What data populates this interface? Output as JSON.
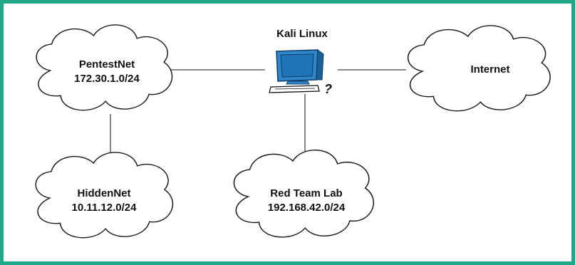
{
  "diagram": {
    "title": "Kali Linux",
    "clouds": {
      "pentestnet": {
        "name": "PentestNet",
        "subnet": "172.30.1.0/24"
      },
      "internet": {
        "name": "Internet"
      },
      "hiddennet": {
        "name": "HiddenNet",
        "subnet": "10.11.12.0/24"
      },
      "redteam": {
        "name": "Red Team Lab",
        "subnet": "192.168.42.0/24"
      }
    },
    "colors": {
      "border": "#21a889",
      "cloud_stroke": "#1a1a1a",
      "computer_screen": "#1f73b7",
      "computer_body": "#2d87c9",
      "lines": "#444444"
    },
    "computer_icon": "computer-icon",
    "computer_badge": "?"
  }
}
